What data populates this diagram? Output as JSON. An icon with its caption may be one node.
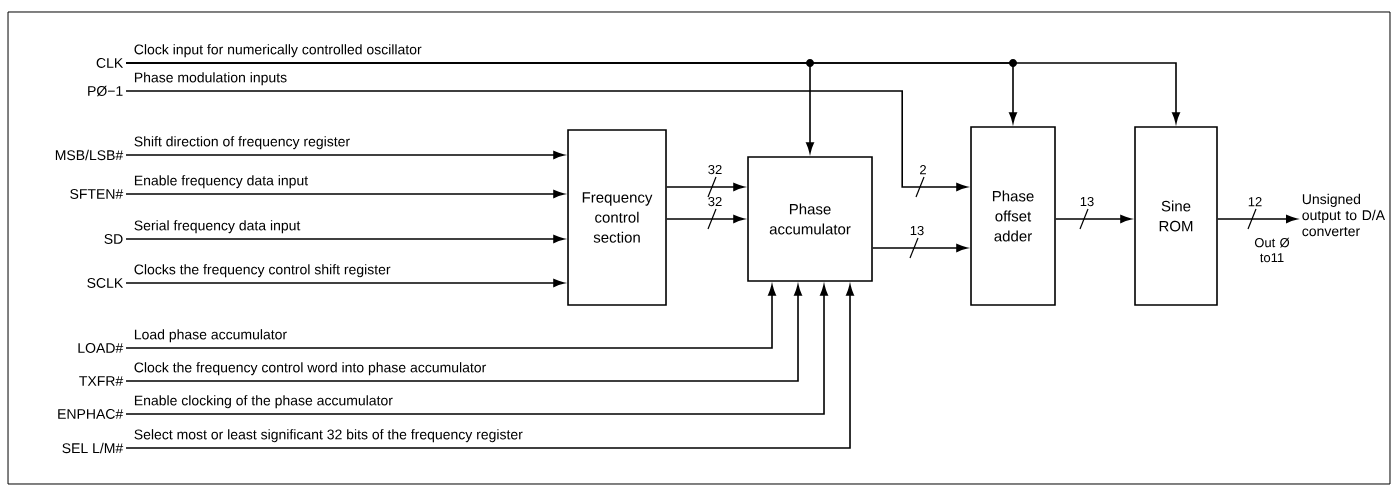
{
  "diagram": {
    "nodes": [
      {
        "text": [
          "CLK"
        ]
      },
      {
        "text": [
          "PØ−1"
        ]
      },
      {
        "text": [
          "MSB/LSB#"
        ]
      },
      {
        "text": [
          "SFTEN#"
        ]
      },
      {
        "text": [
          "SD"
        ]
      },
      {
        "text": [
          "SCLK"
        ]
      },
      {
        "text": [
          "LOAD#"
        ]
      },
      {
        "text": [
          "TXFR#"
        ]
      },
      {
        "text": [
          "ENPHAC#"
        ]
      },
      {
        "text": [
          "SEL L/M#"
        ]
      },
      {
        "text": [
          "Frequency control section"
        ]
      },
      {
        "text": [
          "Phase accumulator"
        ]
      },
      {
        "text": [
          "Phase offset adder"
        ]
      },
      {
        "text": [
          "Sine ROM"
        ]
      },
      {
        "text": [
          "Unsigned output to D/A converter"
        ]
      }
    ],
    "edges": [
      {
        "from": 0,
        "to": 11,
        "arrow": "to",
        "label": "Clock input for numerically controlled oscillator"
      },
      {
        "from": 0,
        "to": 12,
        "arrow": "to"
      },
      {
        "from": 0,
        "to": 13,
        "arrow": "to"
      },
      {
        "from": 1,
        "to": 12,
        "arrow": "to",
        "label": "Phase modulation inputs"
      },
      {
        "from": 2,
        "to": 10,
        "arrow": "to",
        "label": "Shift direction of frequency register"
      },
      {
        "from": 3,
        "to": 10,
        "arrow": "to",
        "label": "Enable frequency data input"
      },
      {
        "from": 4,
        "to": 10,
        "arrow": "to",
        "label": "Serial frequency data input"
      },
      {
        "from": 5,
        "to": 10,
        "arrow": "to",
        "label": "Clocks the frequency control shift register"
      },
      {
        "from": 10,
        "to": 11,
        "arrow": "to"
      },
      {
        "from": 10,
        "to": 11,
        "arrow": "to"
      },
      {
        "from": 11,
        "to": 12,
        "arrow": "to"
      },
      {
        "from": 12,
        "to": 13,
        "arrow": "to"
      },
      {
        "from": 13,
        "to": 14,
        "arrow": "to"
      },
      {
        "from": 6,
        "to": 11,
        "arrow": "to",
        "label": "Load phase accumulator"
      },
      {
        "from": 7,
        "to": 11,
        "arrow": "to",
        "label": "Clock the frequency control word into phase accumulator"
      },
      {
        "from": 8,
        "to": 11,
        "arrow": "to",
        "label": "Enable clocking of the phase accumulator"
      },
      {
        "from": 9,
        "to": 11,
        "arrow": "to",
        "label": "Select most or least significant 32 bits of the frequency register"
      }
    ],
    "labels": [
      "32",
      "32",
      "2",
      "13",
      "13",
      "12",
      "Out Ø to11"
    ]
  }
}
